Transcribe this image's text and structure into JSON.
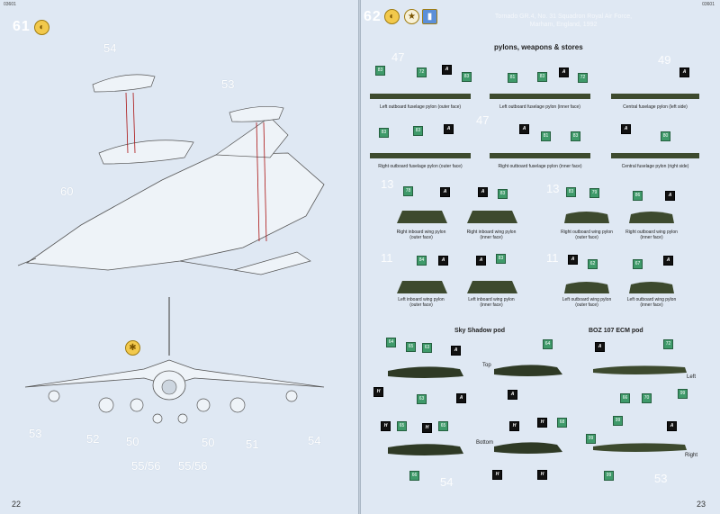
{
  "left": {
    "code": "03601",
    "step": "61",
    "page_number": "22",
    "parts": [
      "54",
      "53",
      "60",
      "53",
      "52",
      "50",
      "50",
      "51",
      "54",
      "55/56",
      "55/56"
    ]
  },
  "right": {
    "code": "03601",
    "step": "62",
    "page_number": "23",
    "title_line1": "Tornado GR.4, No. 31 Squadron Royal Air Force,",
    "title_line2": "Marham, England, 1992",
    "section_pylons": "pylons, weapons & stores",
    "section_skyshadow": "Sky Shadow pod",
    "section_boz": "BOZ 107 ECM pod",
    "pylon_labels": {
      "lof": "Left outboard fuselage pylon (outer face)",
      "lofi": "Left outboard fuselage pylon (inner face)",
      "cfl": "Central fuselage pylon (left side)",
      "rof": "Right outboard fuselage pylon (outer face)",
      "rofi": "Right outboard fuselage pylon (inner face)",
      "cfr": "Central fuselage pylon (right side)",
      "riw_o": "Right inboard wing pylon\n(outer face)",
      "riw_i": "Right inboard wing pylon\n(inner face)",
      "row_o": "Right outboard wing pylon\n(outer face)",
      "row_i": "Right outboard wing pylon\n(inner face)",
      "liw_o": "Left inboard wing pylon\n(outer face)",
      "liw_i": "Left inboard wing pylon\n(inner face)",
      "low_o": "Left outboard wing pylon\n(outer face)",
      "low_i": "Left outboard wing pylon\n(inner face)"
    },
    "view_labels": {
      "top": "Top",
      "bottom": "Bottom",
      "left": "Left",
      "right": "Right"
    },
    "parts": [
      "47",
      "49",
      "47",
      "13",
      "13",
      "11",
      "11",
      "54",
      "53"
    ],
    "decals": [
      "83",
      "72",
      "83",
      "81",
      "83",
      "72",
      "83",
      "83",
      "81",
      "83",
      "80",
      "78",
      "83",
      "83",
      "79",
      "86",
      "84",
      "83",
      "62",
      "67",
      "64",
      "65",
      "63",
      "63",
      "64",
      "65",
      "65",
      "66",
      "68",
      "72",
      "66",
      "70",
      "99",
      "99",
      "99"
    ],
    "black_decal": "A",
    "black_decal_h": "H"
  },
  "colors": {
    "paper": "#dfe8f3",
    "pylon": "#3d4a2e",
    "decal_green": "#3f9a6a",
    "symbol_yellow": "#f2c94c"
  }
}
